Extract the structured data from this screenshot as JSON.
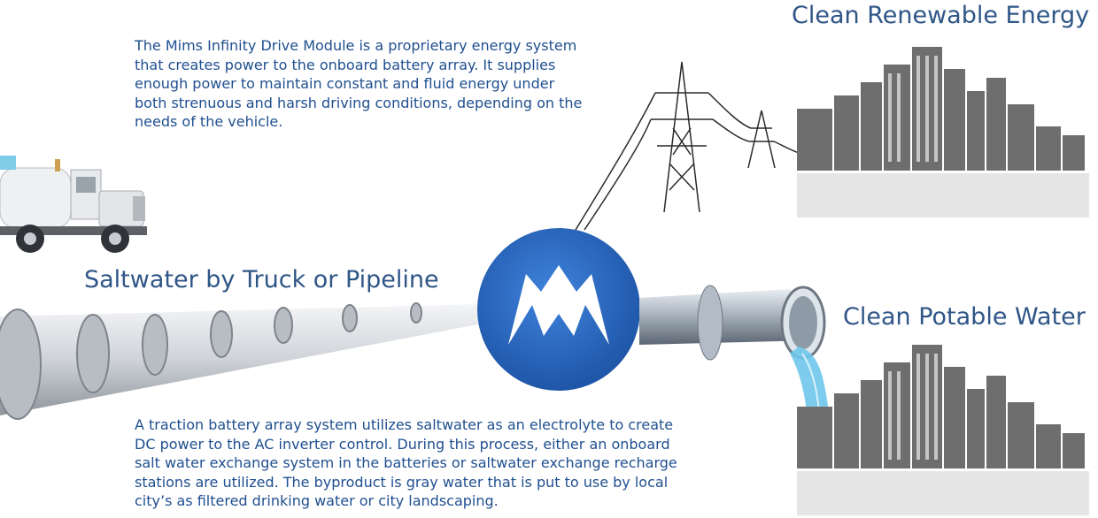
{
  "headings": {
    "energy": "Clean Renewable Energy",
    "water": "Clean Potable Water",
    "saltwater": "Saltwater by Truck or Pipeline"
  },
  "paragraphs": {
    "drive_module": [
      "The Mims Infinity Drive Module is a proprietary energy system",
      "that creates power to the onboard battery array. It supplies",
      "enough power to maintain constant and fluid energy under",
      "both strenuous and harsh driving conditions, depending on the",
      "needs of the vehicle."
    ],
    "battery_array": [
      "A traction battery array system utilizes saltwater as an electrolyte to create",
      "DC power to the AC inverter control. During this process, either an onboard",
      "salt water exchange system in the batteries or saltwater exchange recharge",
      "stations are utilized. The byproduct is gray water that is put to use by local",
      "city’s as filtered drinking water or city landscaping."
    ]
  },
  "colors": {
    "text_blue": "#1f4f8f",
    "heading_blue": "#2f5687",
    "logo_blue": "#2f6cc4",
    "city_gray": "#6e6e6e",
    "pipe_gray": "#c9cfd6",
    "water_blue": "#6fc6ec"
  },
  "icons": [
    "truck-image",
    "pipeline-image",
    "logo-mark",
    "power-tower-image",
    "city-skyline-image",
    "steel-pipe-image",
    "water-stream-image"
  ]
}
